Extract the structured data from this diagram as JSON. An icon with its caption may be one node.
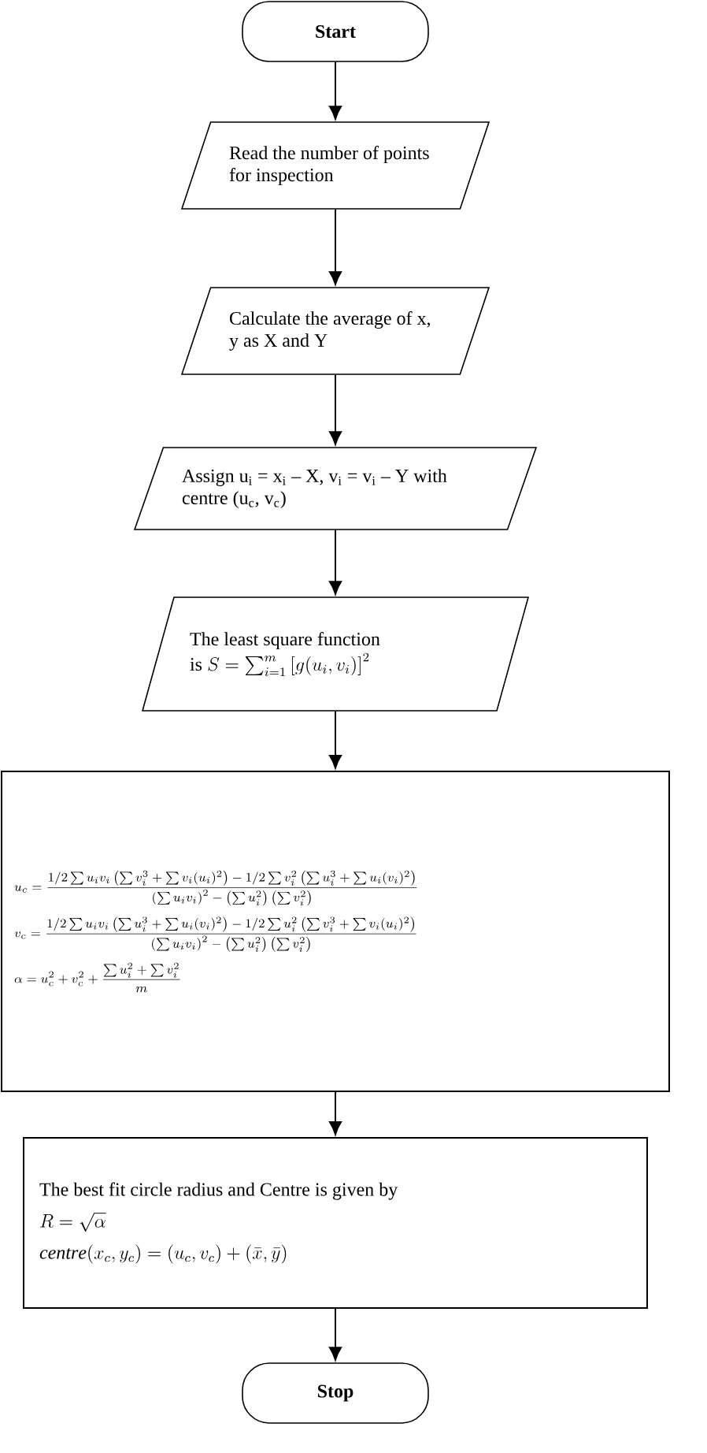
{
  "diagram": {
    "nodes": [
      {
        "text": [
          "Start"
        ]
      },
      {
        "text": [
          "Read the number of points for inspection"
        ]
      },
      {
        "text": [
          "Calculate the average of x, y as X and Y"
        ]
      },
      {
        "text": [
          "Assign u$_{i}$ = x$_{i}$ – X, v$_{i}$ = v$_{i}$ – Y with centre (u$_{c}$, v$_{c}$)"
        ]
      },
      {
        "text": [
          "The least square function",
          "is",
          "S=\\sum_{i=1}^{m}\\left[g(u_i,v_i)\\right]^2"
        ]
      },
      {
        "text": [
          "u_c=\\frac{1/2\\sum u_iv_i\\left(\\sum v_i^3+\\sum v_i(u_i)^2\\right)-1/2\\sum v_i^2\\left(\\sum u_i^3+\\sum u_i(v_i)^2\\right)}{\\left(\\sum u_iv_i\\right)^2-\\left(\\sum u_i^2\\right)\\left(\\sum v_i^2\\right)}",
          "v_c=\\frac{1/2\\sum u_iv_i\\left(\\sum u_i^3+\\sum u_i(v_i)^2\\right)-1/2\\sum u_i^2\\left(\\sum v_i^3+\\sum v_i(u_i)^2\\right)}{\\left(\\sum u_iv_i\\right)^2-\\left(\\sum u_i^2\\right)\\left(\\sum v_i^2\\right)}",
          "\\alpha=u_c^2+v_c^2+\\frac{\\sum u_i^2+\\sum v_i^2}{m}"
        ]
      },
      {
        "text": [
          "The best fit circle radius and Centre is given by",
          "R=\\sqrt{\\alpha}",
          "\\mathit{centre}(x_c,y_c)=(u_c,v_c)+(\\bar{x},\\bar{y})"
        ]
      },
      {
        "text": [
          "Stop"
        ]
      }
    ],
    "edges": [
      {
        "from": 0,
        "to": 1,
        "arrow": "to"
      },
      {
        "from": 1,
        "to": 2,
        "arrow": "to"
      },
      {
        "from": 2,
        "to": 3,
        "arrow": "to"
      },
      {
        "from": 3,
        "to": 4,
        "arrow": "to"
      },
      {
        "from": 4,
        "to": 5,
        "arrow": "to"
      },
      {
        "from": 5,
        "to": 6,
        "arrow": "to"
      },
      {
        "from": 6,
        "to": 7,
        "arrow": "to"
      }
    ]
  }
}
